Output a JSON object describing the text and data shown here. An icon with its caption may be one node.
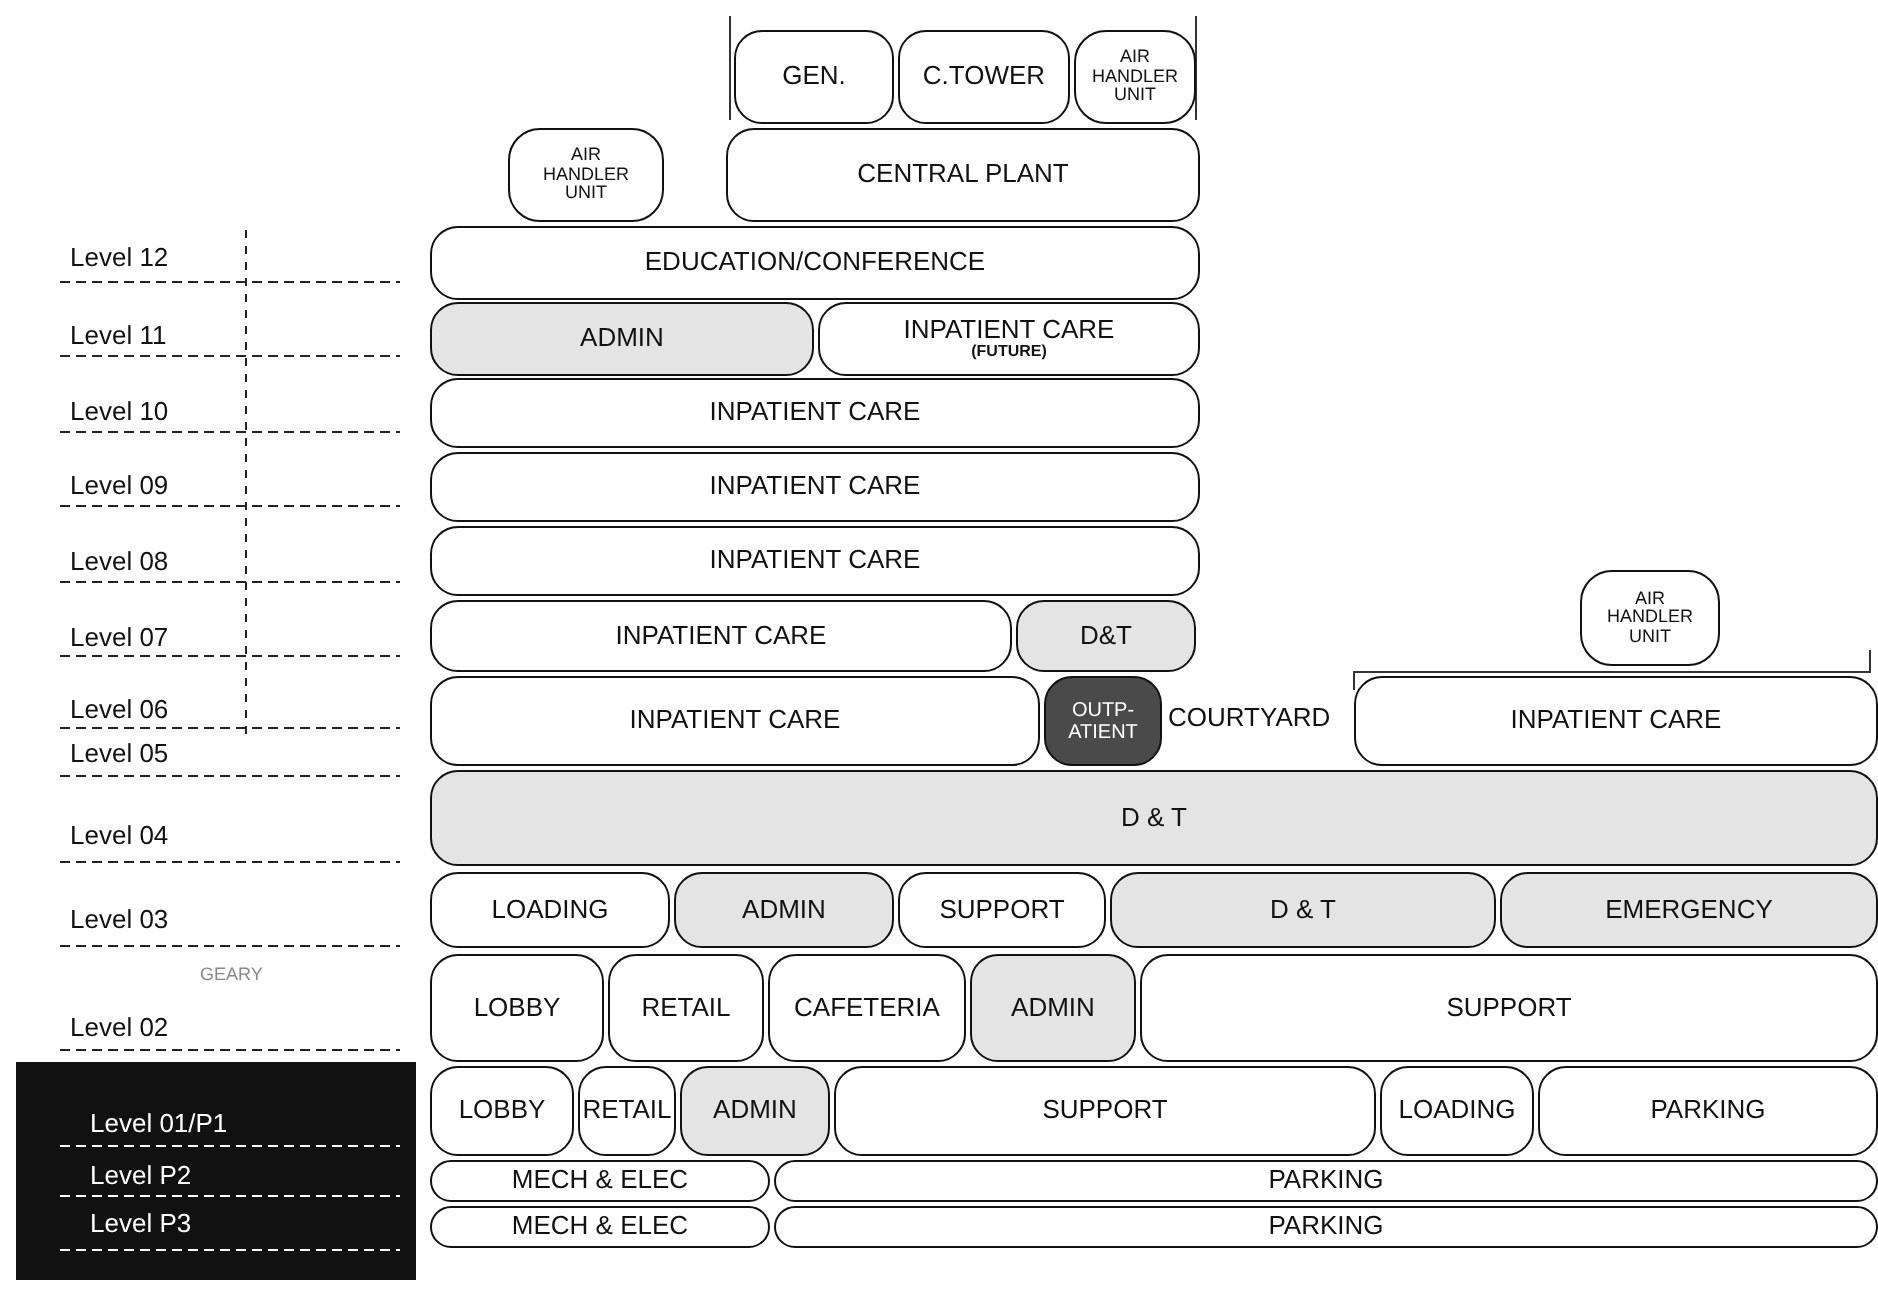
{
  "diagram": {
    "nodes": [
      {
        "text": [
          "GEN."
        ]
      },
      {
        "text": [
          "C.TOWER"
        ]
      },
      {
        "text": [
          "AIR HANDLER UNIT"
        ]
      },
      {
        "text": [
          "AIR HANDLER UNIT"
        ]
      },
      {
        "text": [
          "CENTRAL PLANT"
        ]
      },
      {
        "text": [
          "EDUCATION/CONFERENCE"
        ]
      },
      {
        "text": [
          "ADMIN"
        ]
      },
      {
        "text": [
          "INPATIENT CARE",
          "(FUTURE)"
        ]
      },
      {
        "text": [
          "INPATIENT CARE"
        ]
      },
      {
        "text": [
          "INPATIENT CARE"
        ]
      },
      {
        "text": [
          "INPATIENT CARE"
        ]
      },
      {
        "text": [
          "INPATIENT CARE"
        ]
      },
      {
        "text": [
          "D&T"
        ]
      },
      {
        "text": [
          "AIR HANDLER UNIT"
        ]
      },
      {
        "text": [
          "INPATIENT CARE"
        ]
      },
      {
        "text": [
          "OUTP-ATIENT"
        ]
      },
      {
        "text": [
          "INPATIENT CARE"
        ]
      },
      {
        "text": [
          "D & T"
        ]
      },
      {
        "text": [
          "LOADING"
        ]
      },
      {
        "text": [
          "ADMIN"
        ]
      },
      {
        "text": [
          "SUPPORT"
        ]
      },
      {
        "text": [
          "D & T"
        ]
      },
      {
        "text": [
          "EMERGENCY"
        ]
      },
      {
        "text": [
          "LOBBY"
        ]
      },
      {
        "text": [
          "RETAIL"
        ]
      },
      {
        "text": [
          "CAFETERIA"
        ]
      },
      {
        "text": [
          "ADMIN"
        ]
      },
      {
        "text": [
          "SUPPORT"
        ]
      },
      {
        "text": [
          "LOBBY"
        ]
      },
      {
        "text": [
          "RETAIL"
        ]
      },
      {
        "text": [
          "ADMIN"
        ]
      },
      {
        "text": [
          "SUPPORT"
        ]
      },
      {
        "text": [
          "LOADING"
        ]
      },
      {
        "text": [
          "PARKING"
        ]
      },
      {
        "text": [
          "MECH & ELEC"
        ]
      },
      {
        "text": [
          "PARKING"
        ]
      },
      {
        "text": [
          "MECH & ELEC"
        ]
      },
      {
        "text": [
          "PARKING"
        ]
      }
    ],
    "labels": [
      "Level 12",
      "Level 11",
      "Level 10",
      "Level 09",
      "Level 08",
      "Level 07",
      "Level 06",
      "Level 05",
      "Level 04",
      "Level 03",
      "GEARY",
      "Level 02",
      "Level 01/P1",
      "Level P2",
      "Level P3",
      "COURTYARD"
    ]
  }
}
